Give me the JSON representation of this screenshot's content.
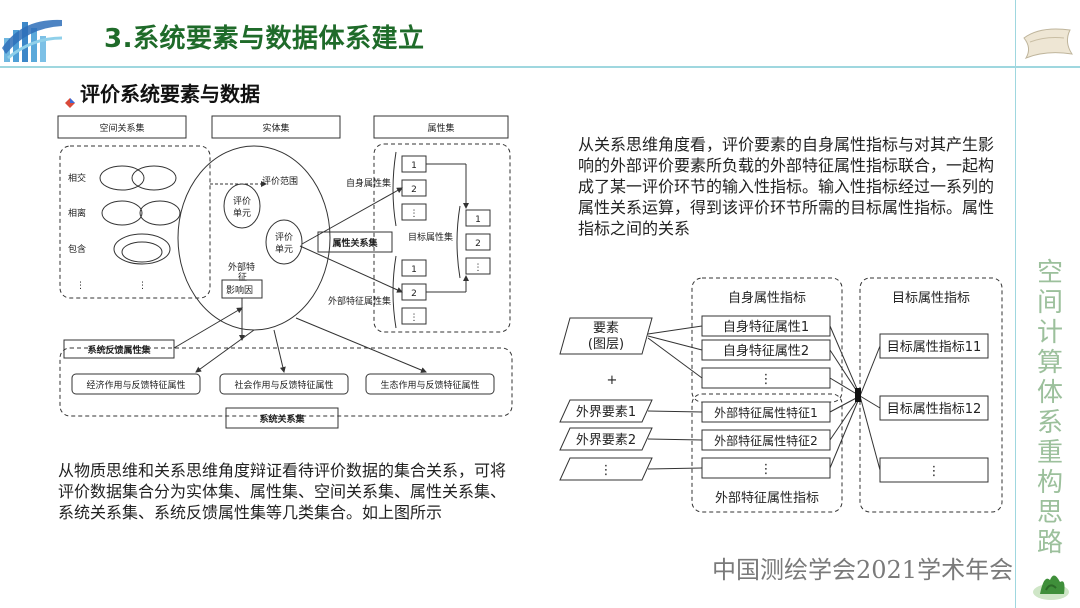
{
  "header": {
    "title": "3.系统要素与数据体系建立"
  },
  "section": {
    "subtitle": "评价系统要素与数据"
  },
  "left_diagram": {
    "spatial_set": "空间关系集",
    "entity_set": "实体集",
    "attribute_set": "属性集",
    "intersect": "相交",
    "separate": "相离",
    "contain": "包含",
    "dots": "⋮",
    "eval_scope": "评价范围",
    "eval_unit_a": "评价",
    "eval_unit_b": "单元",
    "self_attr_set": "自身属性集",
    "target_attr_set": "目标属性集",
    "attr_relation_set": "属性关系集",
    "external_factor_a": "外部特",
    "external_factor_b": "征",
    "external_factor_c": "影响因",
    "external_feature_attr_set": "外部特征属性集",
    "system_feedback_set": "系统反馈属性集",
    "economic": "经济作用与反馈特征属性",
    "social": "社会作用与反馈特征属性",
    "ecological": "生态作用与反馈特征属性",
    "system_relation_set": "系统关系集",
    "n1": "1",
    "n2": "2"
  },
  "right_diagram": {
    "self_attr_index": "自身属性指标",
    "target_attr_index": "目标属性指标",
    "element_a": "要素",
    "element_b": "(图层)",
    "plus": "+",
    "self_feat1": "自身特征属性1",
    "self_feat2": "自身特征属性2",
    "dots": "⋮",
    "ext_elem1": "外界要素1",
    "ext_elem2": "外界要素2",
    "ext_feat1": "外部特征属性特征1",
    "ext_feat2": "外部特征属性特征2",
    "ext_feat_index": "外部特征属性指标",
    "target11": "目标属性指标11",
    "target12": "目标属性指标12"
  },
  "text": {
    "para1": "从关系思维角度看，评价要素的自身属性指标与对其产生影响的外部评价要素所负载的外部特征属性指标联合，一起构成了某一评价环节的输入性指标。输入性指标经过一系列的属性关系运算，得到该评价环节所需的目标属性指标。属性指标之间的关系",
    "para2": "从物质思维和关系思维角度辩证看待评价数据的集合关系，可将评价数据集合分为实体集、属性集、空间关系集、属性关系集、系统关系集、系统反馈属性集等几类集合。如上图所示"
  },
  "side": {
    "vertical_title": "空间计算体系重构思路"
  },
  "footer": {
    "conference": "中国测绘学会2021学术年会"
  }
}
